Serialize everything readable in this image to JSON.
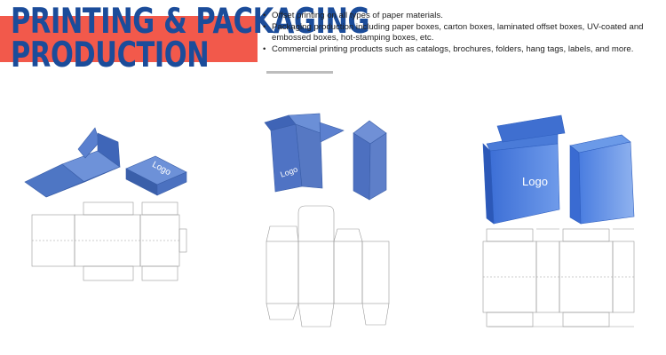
{
  "header": {
    "title_line1": "PRINTING & PACKAGING",
    "title_line2": "PRODUCTION"
  },
  "bullets": [
    "Offset printing on all types of paper materials.",
    "Packaging production including paper boxes, carton boxes, laminated offset boxes, UV-coated and embossed boxes, hot-stamping boxes, etc.",
    "Commercial printing products such as catalogs, brochures, folders, hang tags, labels, and more."
  ],
  "boxes": {
    "logo_text_1": "Logo",
    "logo_text_2": "Logo",
    "logo_text_3": "Logo"
  },
  "colors": {
    "accent_band": "#f2594b",
    "title_blue": "#1b4c9a",
    "box_blue": "#5b7fc9"
  }
}
